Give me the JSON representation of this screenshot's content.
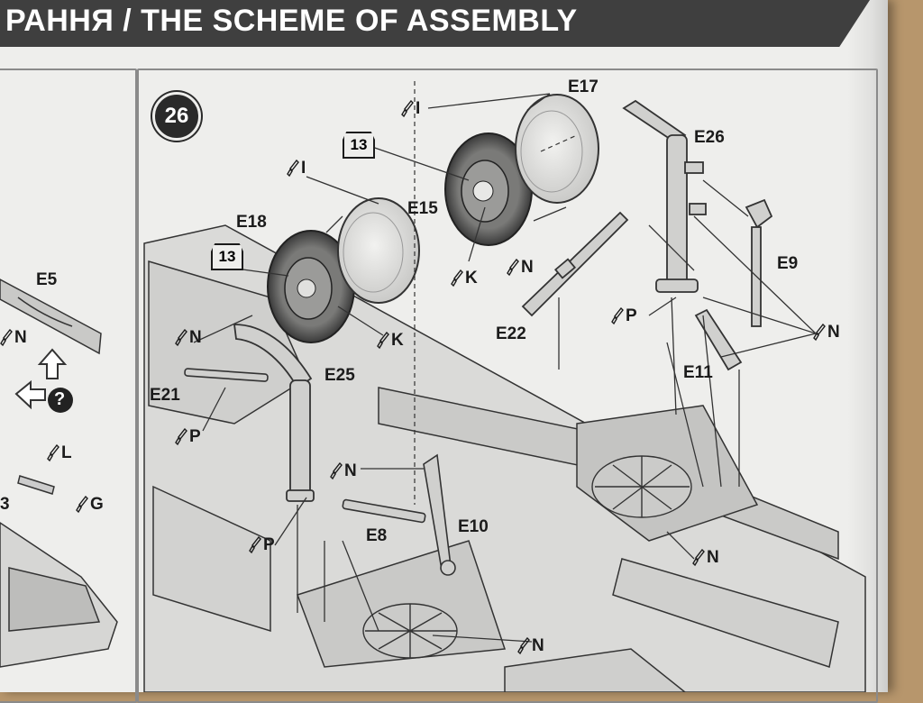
{
  "header": {
    "title": "РАННЯ / THE SCHEME OF ASSEMBLY"
  },
  "step": {
    "number": "26"
  },
  "left_panel": {
    "parts": [
      "E5"
    ],
    "paints": [
      "N",
      "L",
      "G"
    ],
    "question_mark": "?",
    "partial_number": "3"
  },
  "main_panel": {
    "parts": {
      "e17": "E17",
      "e26": "E26",
      "e15": "E15",
      "e18": "E18",
      "e9": "E9",
      "e22": "E22",
      "e11": "E11",
      "e25": "E25",
      "e21": "E21",
      "e8": "E8",
      "e10": "E10"
    },
    "paint_codes": {
      "i1": "I",
      "i2": "I",
      "k1": "K",
      "k2": "K",
      "n_e22": "N",
      "p_e11": "P",
      "n_e9": "N",
      "n_e18": "N",
      "p_e21": "P",
      "n_e25": "N",
      "p_e8": "P",
      "n_bay": "N",
      "n_bottom": "N"
    },
    "box_refs": {
      "upper": "13",
      "lower": "13"
    }
  },
  "colors": {
    "header_bg": "#3f3f3f",
    "paper": "#eeeeec",
    "background": "#b7966c",
    "ink": "#1b1b1b",
    "part_fill": "#d0d0ce"
  },
  "icons": [
    "paintbrush-icon",
    "arrow-up-icon",
    "arrow-left-icon",
    "question-icon"
  ]
}
